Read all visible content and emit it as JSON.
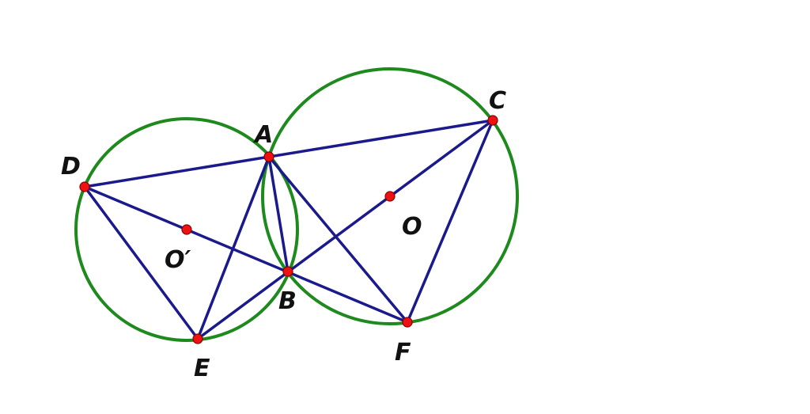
{
  "diagram": {
    "labels": {
      "A": "A",
      "B": "B",
      "C": "C",
      "D": "D",
      "E": "E",
      "F": "F",
      "O": "O",
      "O_prime": "O′"
    },
    "colors": {
      "circle": "#1e8a1e",
      "segment": "#1a1a8c",
      "point": "#ee1111",
      "label": "#111111"
    }
  }
}
